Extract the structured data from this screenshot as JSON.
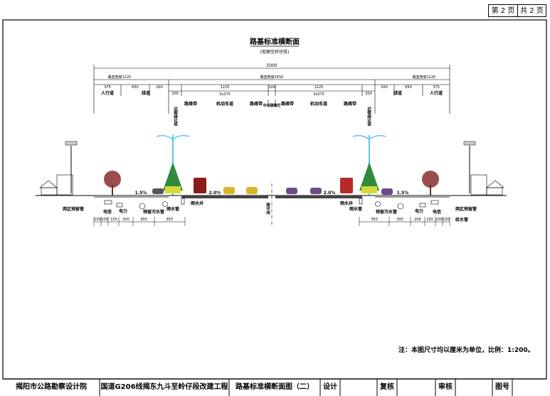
{
  "page_box": {
    "page_label": "第 2 页",
    "total_label": "共 2 页"
  },
  "drawing": {
    "title": "路基标准横断面",
    "subtitle": "(现狮至岭仔段)",
    "total_width": "5000",
    "left_half_width": "路基宽度1225",
    "center_width": "路基宽度2550",
    "right_half_width": "路基宽度1225",
    "dims": {
      "sidewalk": "375",
      "green_strip": "650",
      "green_narrow": "200",
      "lane_block": "1225",
      "median": "100",
      "lanes_3x375": "3x375"
    },
    "lane_labels": {
      "sidewalk": "人行道",
      "green": "绿道",
      "separator": "边侧绿化带",
      "kerb": "路缘带",
      "motor_lane": "机动车道",
      "median": "中央隔离栏"
    },
    "slopes": {
      "a": "1.5%",
      "b": "2.0%"
    },
    "center_axis": "路中线",
    "pipe_labels": {
      "communication": "电信",
      "power": "电力",
      "rain_main": "雨水管",
      "rain_well": "雨水井",
      "sewage": "预留污水管",
      "water_supply": "给水管",
      "reserve": "两区预留管"
    },
    "bottom_dims_left": [
      "100",
      "100",
      "150",
      "200",
      "300",
      "350"
    ],
    "bottom_dims_right": [
      "350",
      "300",
      "200",
      "150",
      "100",
      "100"
    ]
  },
  "note": "注：本图尺寸均以厘米为单位，比例：1:200。",
  "title_block": {
    "company": "揭阳市公路勘察设计院",
    "project": "国道G206线揭东九斗至岭仔段改建工程",
    "drawing_name": "路基标准横断面图（二）",
    "design": "设计",
    "review": "复核",
    "audit": "审核",
    "drawing_no": "图号"
  }
}
